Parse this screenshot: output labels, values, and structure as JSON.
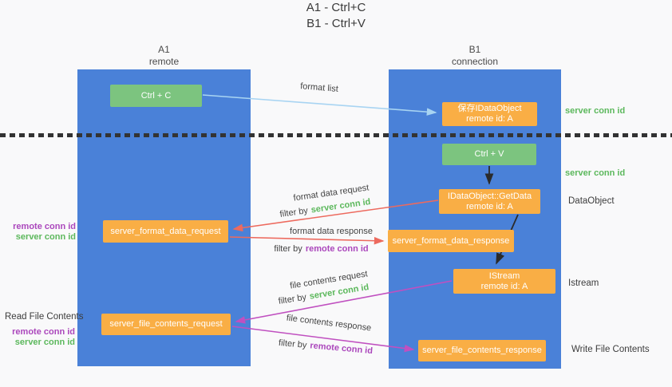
{
  "title": {
    "line1": "A1 - Ctrl+C",
    "line2": "B1 - Ctrl+V"
  },
  "columns": {
    "a1": {
      "name": "A1",
      "subtitle": "remote"
    },
    "b1": {
      "name": "B1",
      "subtitle": "connection"
    }
  },
  "nodes": {
    "ctrl_c": "Ctrl + C",
    "save_dataobject": {
      "line1": "保存IDataObject",
      "line2": "remote id: A"
    },
    "ctrl_v": "Ctrl + V",
    "getdata": {
      "line1": "IDataObject::GetData",
      "line2": "remote id: A"
    },
    "format_request": "server_format_data_request",
    "format_response": "server_format_data_response",
    "istream": {
      "line1": "IStream",
      "line2": "remote id: A"
    },
    "file_request": "server_file_contents_request",
    "file_response": "server_file_contents_response"
  },
  "labels": {
    "server_conn_id": "server conn id",
    "remote_conn_id": "remote conn id",
    "dataobject": "DataObject",
    "istream": "Istream",
    "read_file_contents": "Read File Contents",
    "write_file_contents": "Write File Contents",
    "format_list": "format list",
    "format_data_request": "format data request",
    "format_data_response": "format data response",
    "file_contents_request": "file contents request",
    "file_contents_response": "file contents response",
    "filter_by": "filter by"
  },
  "colors": {
    "column_blue": "#4a81d8",
    "box_green": "#7cc47f",
    "box_orange": "#f9ae45",
    "text_green": "#5cb85c",
    "text_purple": "#ab47bc",
    "arrow_red": "#ed6a5e",
    "arrow_magenta": "#c050c0",
    "arrow_lightblue": "#a8d4f2",
    "arrow_black": "#2b2b2b"
  }
}
